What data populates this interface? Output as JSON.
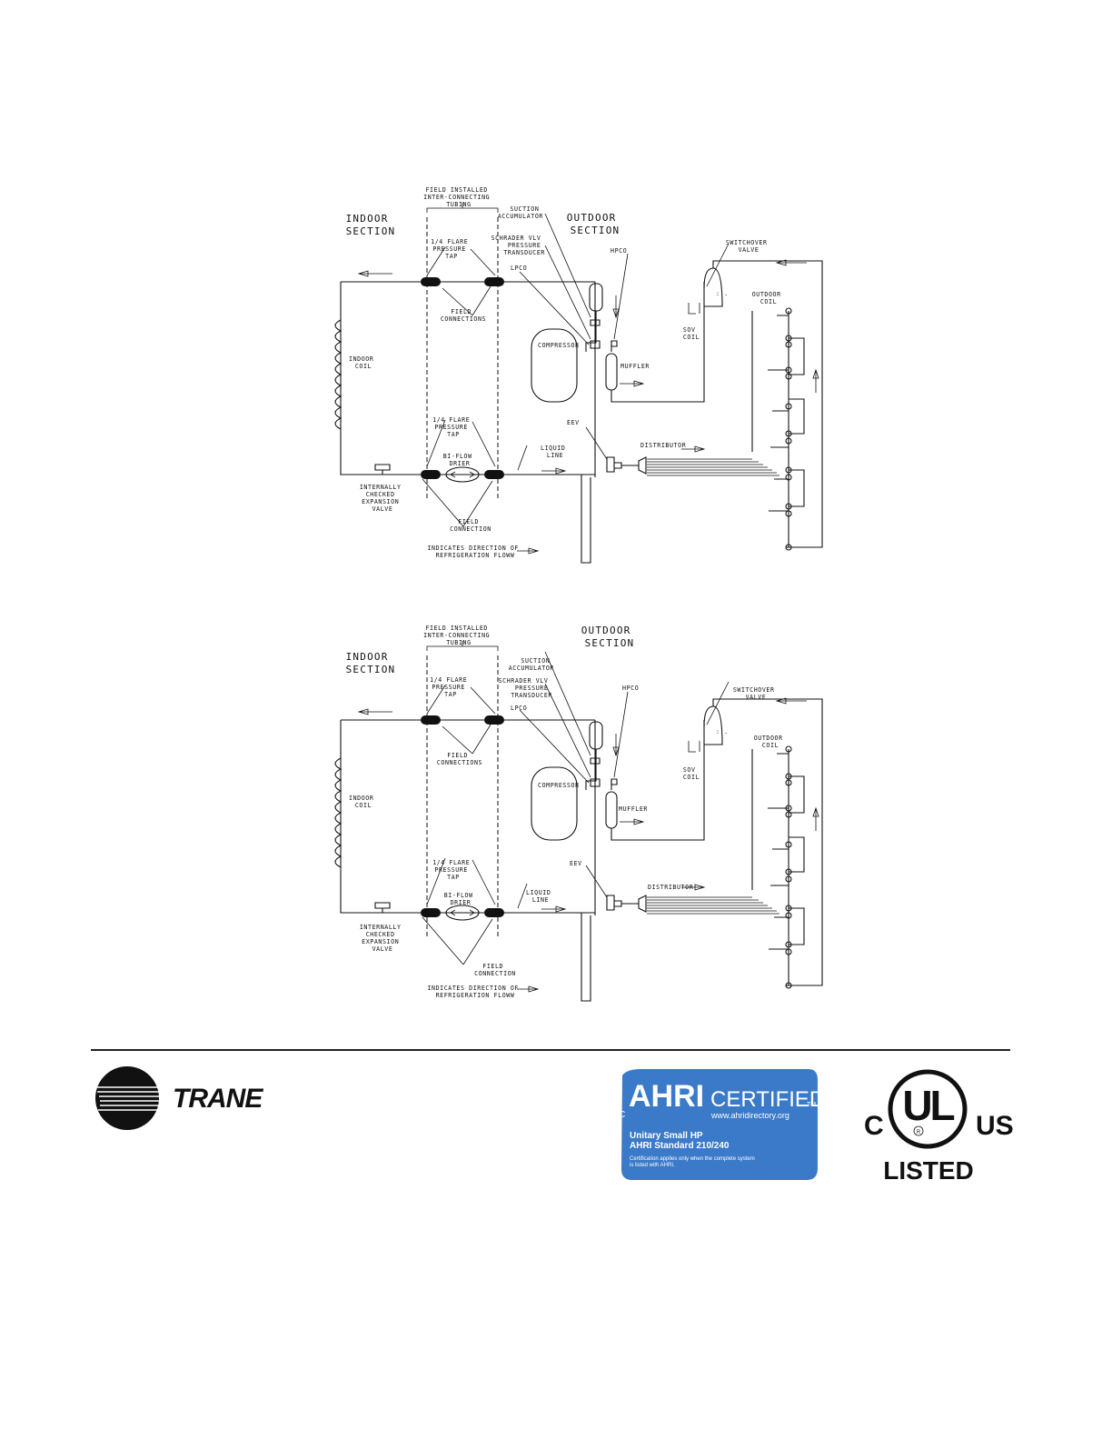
{
  "diagrams": [
    {
      "labels": {
        "field_installed": [
          "FIELD INSTALLED",
          "INTER-CONNECTING",
          "TUBING"
        ],
        "indoor_section": [
          "INDOOR",
          "SECTION"
        ],
        "outdoor_section": [
          "OUTDOOR",
          "SECTION"
        ],
        "suction_accumulator": [
          "SUCTION",
          "ACCUMULATOR"
        ],
        "schrader": [
          "SCHRADER VLV",
          "PRESSURE",
          "TRANSDUCER"
        ],
        "hpco": "HPCO",
        "lpco": "LPCO",
        "switchover_valve": [
          "SWITCHOVER",
          "VALVE"
        ],
        "outdoor_coil": [
          "OUTDOOR",
          "COIL"
        ],
        "flare_tap_top": [
          "1/4 FLARE",
          "PRESSURE",
          "TAP"
        ],
        "field_connections": [
          "FIELD",
          "CONNECTIONS"
        ],
        "sov_coil": [
          "SOV",
          "COIL"
        ],
        "compressor": "COMPRESSOR",
        "muffler": "MUFFLER",
        "indoor_coil": [
          "INDOOR",
          "COIL"
        ],
        "flare_tap_bottom": [
          "1/4 FLARE",
          "PRESSURE",
          "TAP"
        ],
        "eev": "EEV",
        "distributor": "DISTRIBUTOR",
        "bi_flow_drier": [
          "BI-FLOW",
          "DRIER"
        ],
        "liquid_line": [
          "LIQUID",
          "LINE"
        ],
        "expansion_valve": [
          "INTERNALLY",
          "CHECKED",
          "EXPANSION",
          "VALVE"
        ],
        "field_connection": [
          "FIELD",
          "CONNECTION"
        ],
        "flow_note": [
          "INDICATES DIRECTION OF",
          "REFRIGERATION FLOWW"
        ]
      }
    },
    {
      "labels": {
        "field_installed": [
          "FIELD INSTALLED",
          "INTER-CONNECTING",
          "TUBING"
        ],
        "indoor_section": [
          "INDOOR",
          "SECTION"
        ],
        "outdoor_section": [
          "OUTDOOR",
          "SECTION"
        ],
        "suction_accumulator": [
          "SUCTION",
          "ACCUMULATOR"
        ],
        "schrader": [
          "SCHRADER VLV",
          "PRESSURE",
          "TRANSDUCER"
        ],
        "hpco": "HPCO",
        "lpco": "LPCO",
        "switchover_valve": [
          "SWITCHOVER",
          "VALVE"
        ],
        "outdoor_coil": [
          "OUTDOOR",
          "COIL"
        ],
        "flare_tap_top": [
          "1/4 FLARE",
          "PRESSURE",
          "TAP"
        ],
        "field_connections": [
          "FIELD",
          "CONNECTIONS"
        ],
        "sov_coil": [
          "SOV",
          "COIL"
        ],
        "compressor": "COMPRESSOR",
        "muffler": "MUFFLER",
        "indoor_coil": [
          "INDOOR",
          "COIL"
        ],
        "flare_tap_bottom": [
          "1/4 FLARE",
          "PRESSURE",
          "TAP"
        ],
        "eev": "EEV",
        "distributor": "DISTRIBUTOR",
        "bi_flow_drier": [
          "BI-FLOW",
          "DRIER"
        ],
        "liquid_line": [
          "LIQUID",
          "LINE"
        ],
        "expansion_valve": [
          "INTERNALLY",
          "CHECKED",
          "EXPANSION",
          "VALVE"
        ],
        "field_connection": [
          "FIELD",
          "CONNECTION"
        ],
        "flow_note": [
          "INDICATES DIRECTION OF",
          "REFRIGERATION FLOWW"
        ]
      }
    }
  ],
  "footer": {
    "trane_logo": "TRANE",
    "ahri": {
      "title_bold": "AHRI",
      "title_light": "CERTIFIED",
      "tm": "TM",
      "c_mark": "C",
      "url": "www.ahridirectory.org",
      "line1": "Unitary Small HP",
      "line2": "AHRI Standard 210/240",
      "note1": "Certification applies only when the complete system",
      "note2": "is listed with AHRI.",
      "color": "#3a7ac8"
    },
    "ul": {
      "c": "C",
      "ul": "UL",
      "us": "US",
      "r": "R",
      "listed": "LISTED"
    }
  }
}
